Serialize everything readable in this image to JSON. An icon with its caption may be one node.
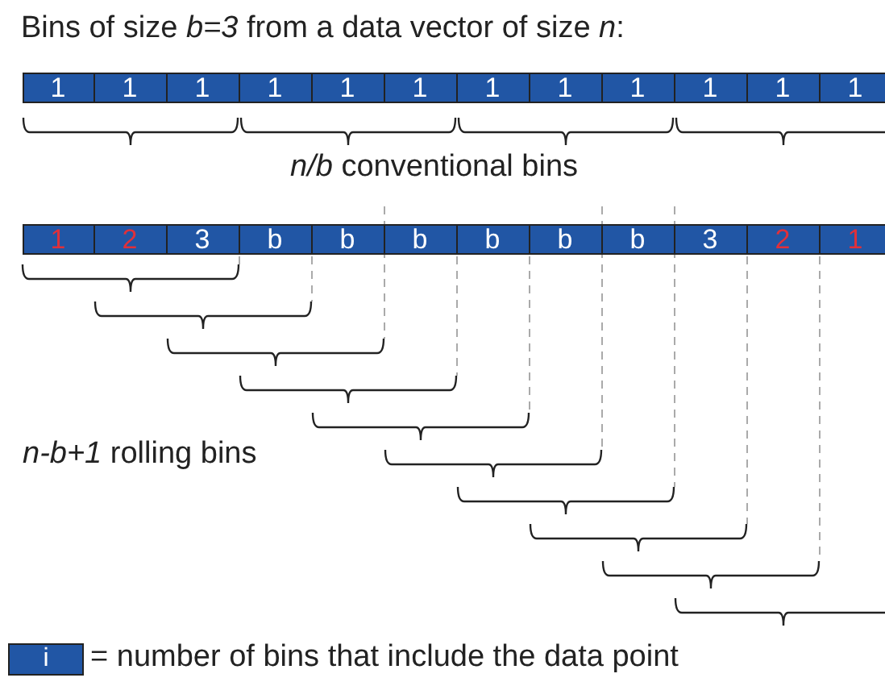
{
  "diagram": {
    "labels": [
      "Bins of size *b=3* from a data vector of size *n*:",
      "1",
      "1",
      "1",
      "1",
      "1",
      "1",
      "1",
      "1",
      "1",
      "1",
      "1",
      "1",
      "*n/b* conventional bins",
      "1",
      "2",
      "3",
      "b",
      "b",
      "b",
      "b",
      "b",
      "b",
      "3",
      "2",
      "1",
      "*n-b+1* rolling bins",
      "i"
    ],
    "legend": [
      {
        "text": "= number of bins that include the data point",
        "color": "#2156a5"
      }
    ]
  }
}
